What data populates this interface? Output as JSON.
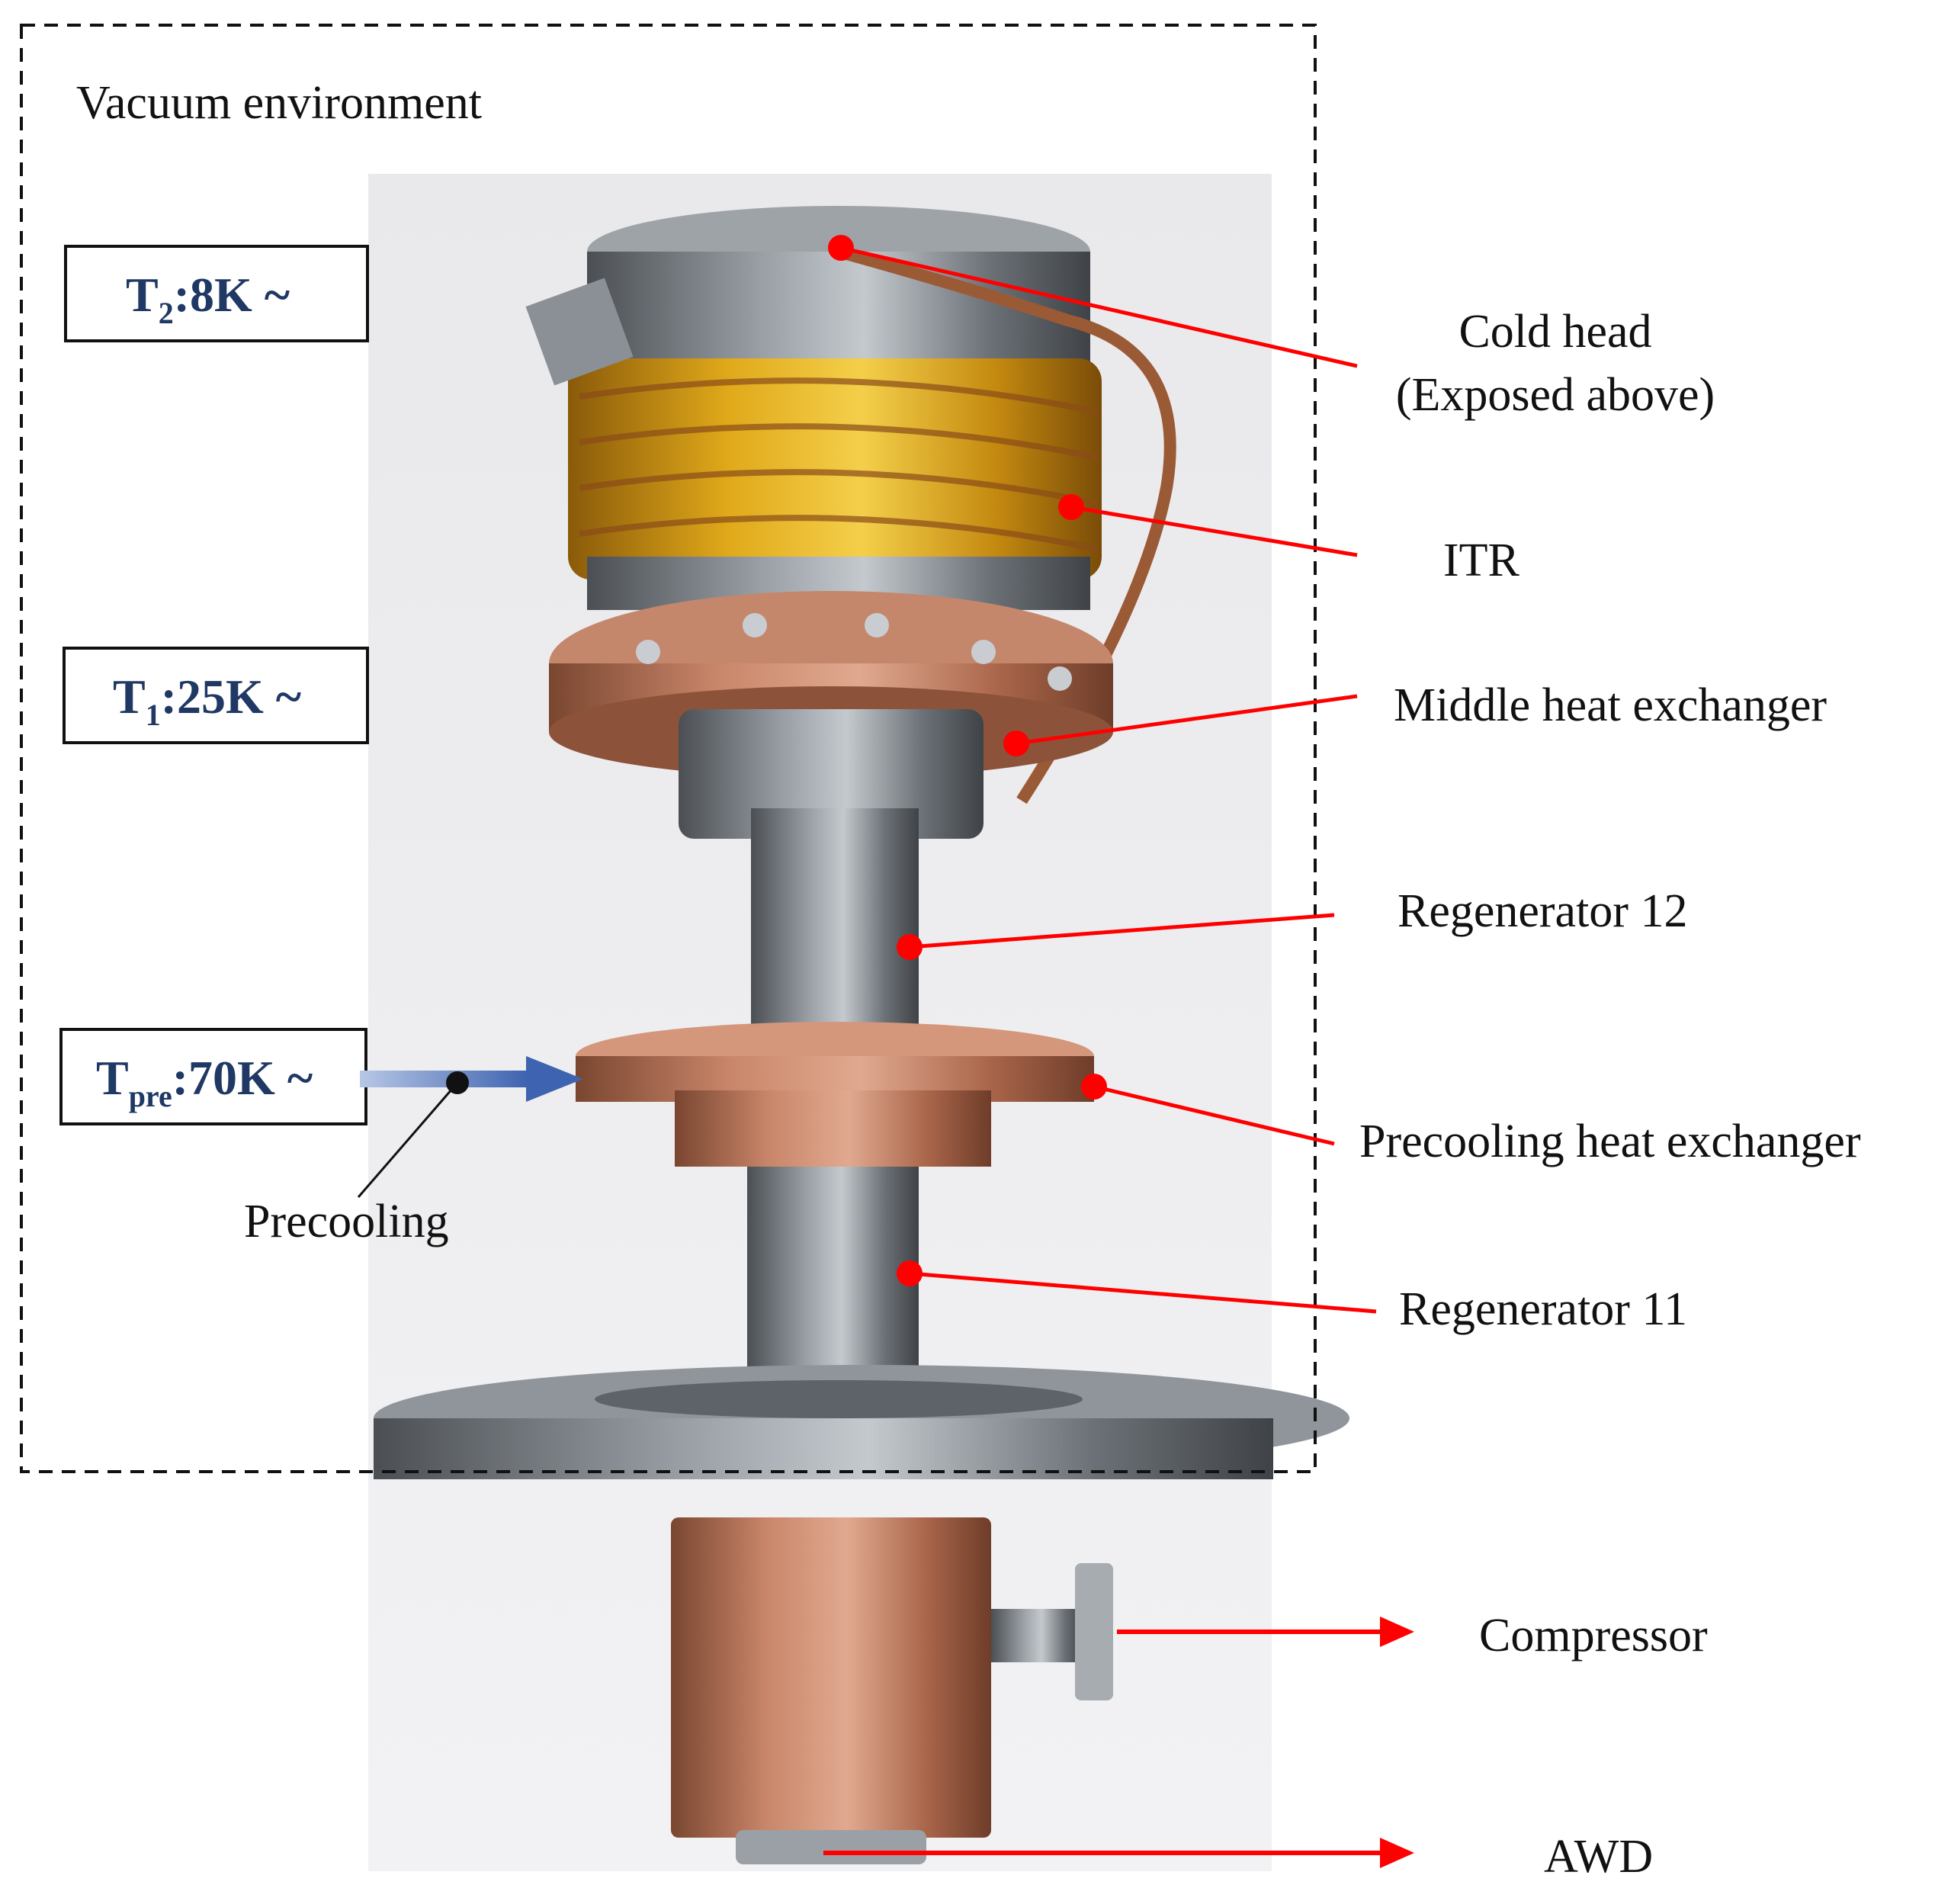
{
  "vacuum_label": "Vacuum environment",
  "temps": {
    "t2": {
      "sym": "T",
      "sub": "2",
      "val": ":8K ~"
    },
    "t1": {
      "sym": "T",
      "sub": "1",
      "val": ":25K ~"
    },
    "tpre": {
      "sym": "T",
      "sub": "pre",
      "val": ":70K ~"
    }
  },
  "precooling_label": "Precooling",
  "labels": {
    "cold_head_1": "Cold head",
    "cold_head_2": "(Exposed above)",
    "itr": "ITR",
    "middle_hx": "Middle heat exchanger",
    "regen12": "Regenerator 12",
    "precooling_hx": "Precooling heat exchanger",
    "regen11": "Regenerator 11",
    "compressor": "Compressor",
    "awd": "AWD"
  },
  "colors": {
    "leader": "#ff0000",
    "temp_text": "#1f3864",
    "arrow_blue": "#3e63b0",
    "copper": "#b87352",
    "steel": "#6f7479",
    "kapton": "#d9a20e"
  }
}
